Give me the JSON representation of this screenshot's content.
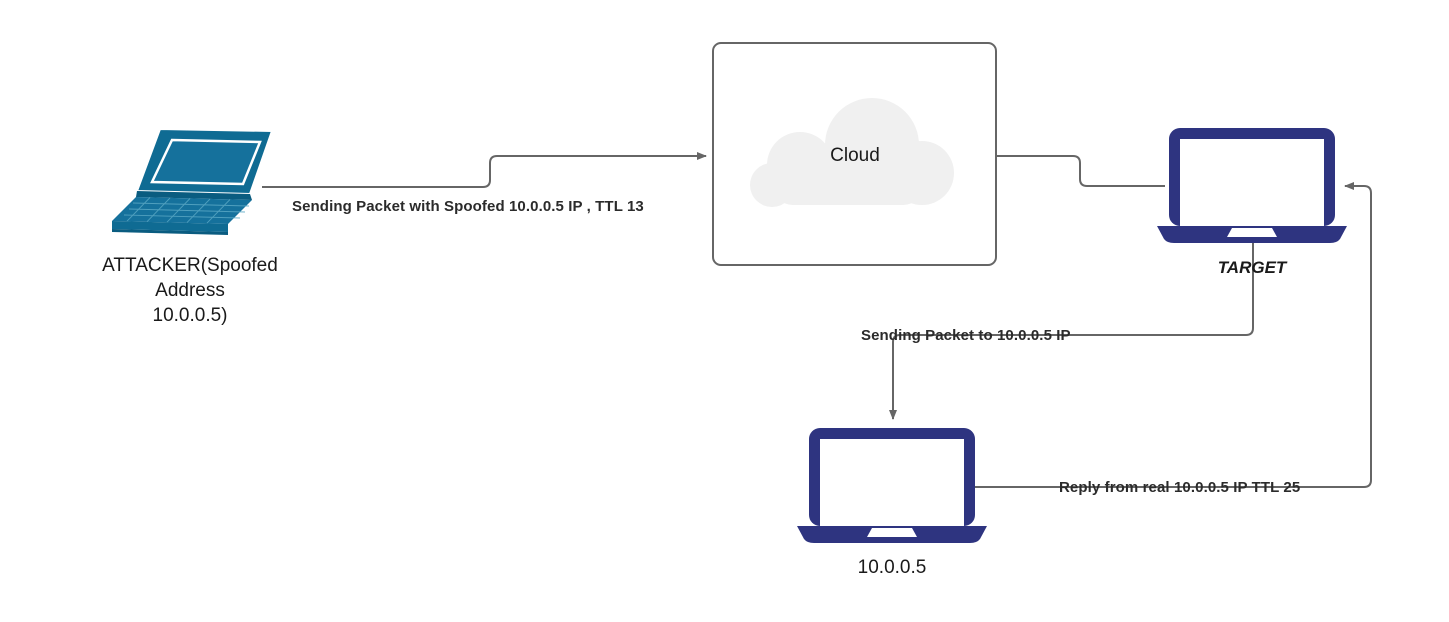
{
  "diagram": {
    "title": "IP Spoofing TTL Detection Network Diagram",
    "background_color": "#ffffff",
    "line_color": "#666666",
    "label_color": "#2b2b2b",
    "nodes": [
      {
        "id": "attacker",
        "icon": "laptop-isometric-icon",
        "color": "#13688f",
        "label": "ATTACKER(Spoofed\nAddress\n10.0.0.5)"
      },
      {
        "id": "cloud",
        "icon": "cloud-shape-icon",
        "color": "#f0f0f0",
        "border_color": "#666666",
        "label": "Cloud"
      },
      {
        "id": "target",
        "icon": "laptop-front-icon",
        "color": "#2e3480",
        "label": "TARGET"
      },
      {
        "id": "victim",
        "icon": "laptop-front-icon",
        "color": "#2e3480",
        "label": "10.0.0.5"
      }
    ],
    "edges": [
      {
        "id": "attacker-to-cloud",
        "from": "attacker",
        "to": "cloud",
        "label": "Sending Packet with Spoofed 10.0.0.5 IP , TTL 13",
        "arrow": true
      },
      {
        "id": "cloud-to-target",
        "from": "cloud",
        "to": "target",
        "label": "",
        "arrow": false
      },
      {
        "id": "target-to-victim",
        "from": "target",
        "to": "victim",
        "label": "Sending Packet to 10.0.0.5 IP",
        "arrow": true
      },
      {
        "id": "victim-to-target",
        "from": "victim",
        "to": "target",
        "label": "Reply from real 10.0.0.5 IP TTL 25",
        "arrow": true
      }
    ]
  }
}
